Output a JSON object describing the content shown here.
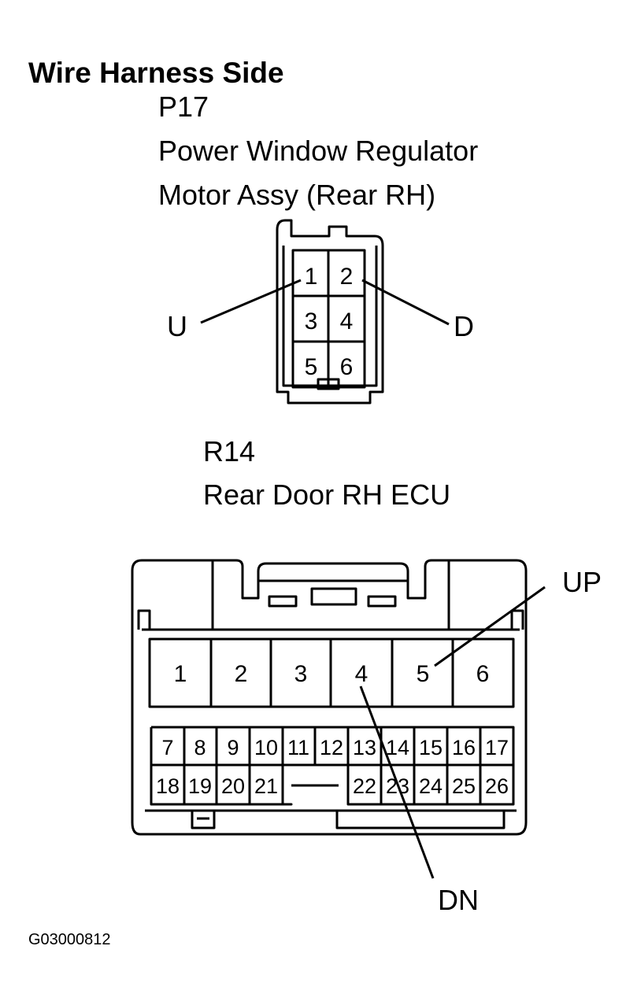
{
  "heading": "Wire Harness Side",
  "connector1": {
    "code": "P17",
    "name_line1": "Power Window Regulator",
    "name_line2": "Motor Assy (Rear RH)",
    "pins": [
      "1",
      "2",
      "3",
      "4",
      "5",
      "6"
    ],
    "callouts": {
      "left": "U",
      "right": "D"
    }
  },
  "connector2": {
    "code": "R14",
    "name": "Rear Door RH ECU",
    "large_pins": [
      "1",
      "2",
      "3",
      "4",
      "5",
      "6"
    ],
    "small_pins_row1": [
      "7",
      "8",
      "9",
      "10",
      "11",
      "12",
      "13",
      "14",
      "15",
      "16",
      "17"
    ],
    "small_pins_row2_left": [
      "18",
      "19",
      "20",
      "21"
    ],
    "small_pins_row2_right": [
      "22",
      "23",
      "24",
      "25",
      "26"
    ],
    "callouts": {
      "up": "UP",
      "down": "DN"
    }
  },
  "figure_id": "G03000812"
}
